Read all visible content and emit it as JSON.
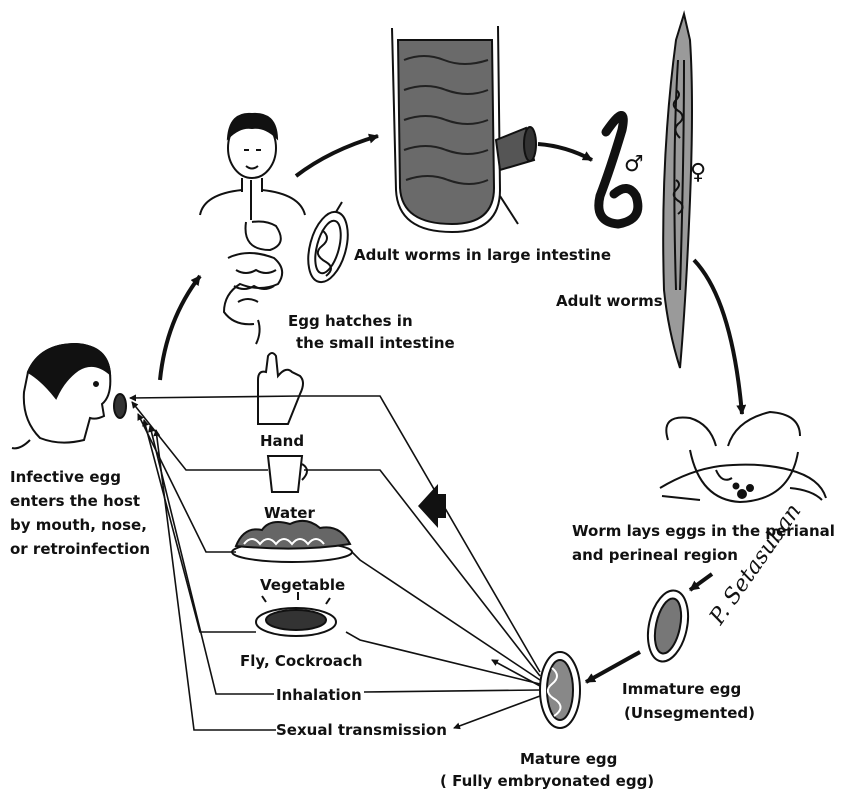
{
  "labels": {
    "adult_worms_large_intestine": "Adult worms in large intestine",
    "adult_worms": "Adult worms",
    "egg_hatches_line1": "Egg hatches in",
    "egg_hatches_line2": "the small intestine",
    "worm_lays_line1": "Worm lays eggs in the perianal",
    "worm_lays_line2": "and perineal region",
    "immature_egg_line1": "Immature egg",
    "immature_egg_line2": "(Unsegmented)",
    "mature_egg_line1": "Mature egg",
    "mature_egg_line2": "( Fully embryonated egg)",
    "infective_line1": "Infective egg",
    "infective_line2": "enters the host",
    "infective_line3": "by mouth, nose,",
    "infective_line4": "or retroinfection",
    "hand": "Hand",
    "water": "Water",
    "vegetable": "Vegetable",
    "fly_cockroach": "Fly, Cockroach",
    "inhalation": "Inhalation",
    "sexual_transmission": "Sexual transmission",
    "male_symbol": "♂",
    "female_symbol": "♀",
    "signature": "P. Setasuban"
  }
}
